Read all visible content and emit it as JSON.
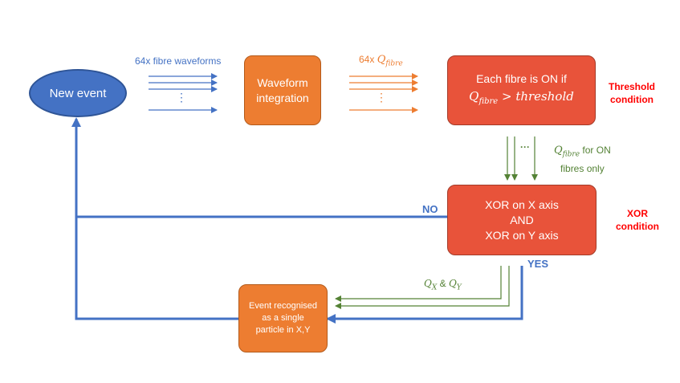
{
  "nodes": {
    "new_event": "New event",
    "integration_line1": "Waveform",
    "integration_line2": "integration",
    "fibre_on_line1": "Each fibre is ON if",
    "fibre_on_math": "Q",
    "fibre_on_sub": "fibre",
    "fibre_on_rest": " > threshold",
    "xor_line1": "XOR on X axis",
    "xor_line2": "AND",
    "xor_line3": "XOR on Y axis",
    "recognised_line1": "Event recognised",
    "recognised_line2": "as a single",
    "recognised_line3": "particle in X,Y"
  },
  "labels": {
    "waveforms": "64x fibre waveforms",
    "qfibre_prefix": "64x ",
    "qfibre_q": "Q",
    "qfibre_sub": "fibre",
    "threshold_condition_1": "Threshold",
    "threshold_condition_2": "condition",
    "xor_condition_1": "XOR",
    "xor_condition_2": "condition",
    "on_q": "Q",
    "on_sub": "fibre",
    "on_suffix": " for ON",
    "on_line2": "fibres only",
    "no": "NO",
    "yes": "YES",
    "qx": "Q",
    "qx_sub": "X",
    "amp": " & ",
    "qy": "Q",
    "qy_sub": "Y",
    "dots_blue": "⋮",
    "dots_orange": "⋮",
    "dots_green": "···"
  },
  "colors": {
    "blue": "#4472c4",
    "orange": "#ed7d31",
    "red_box": "#e8533a",
    "green": "#548235",
    "red_text": "#ff0000"
  }
}
